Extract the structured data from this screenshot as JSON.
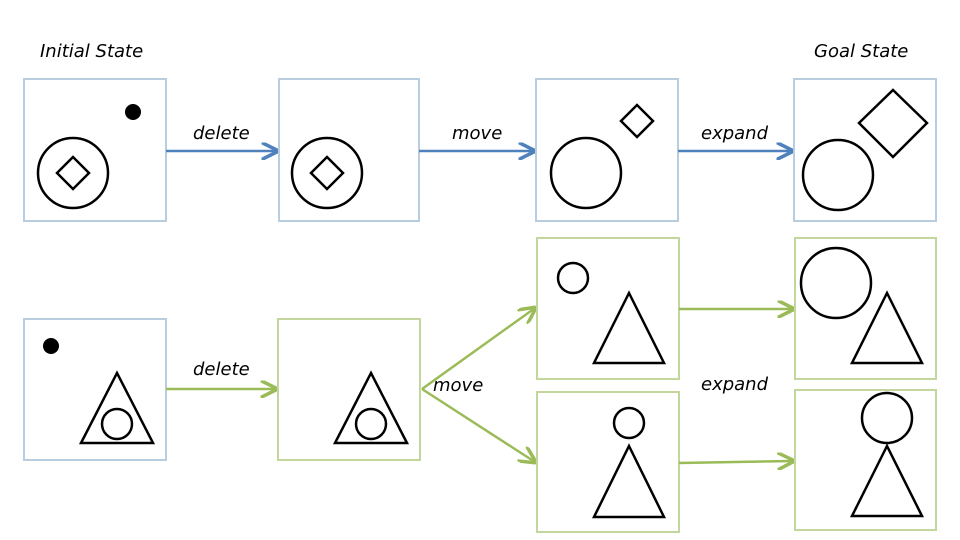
{
  "headers": {
    "initial": "Initial State",
    "goal": "Goal State"
  },
  "labels": {
    "top_delete": "delete",
    "top_move": "move",
    "top_expand": "expand",
    "bottom_delete": "delete",
    "bottom_move": "move",
    "bottom_expand": "expand"
  },
  "colors": {
    "blue_border": "#b9cde0",
    "blue_arrow": "#4f81bd",
    "green_border": "#c3d69b",
    "green_arrow": "#9bbb59",
    "shape_stroke": "#000000"
  }
}
